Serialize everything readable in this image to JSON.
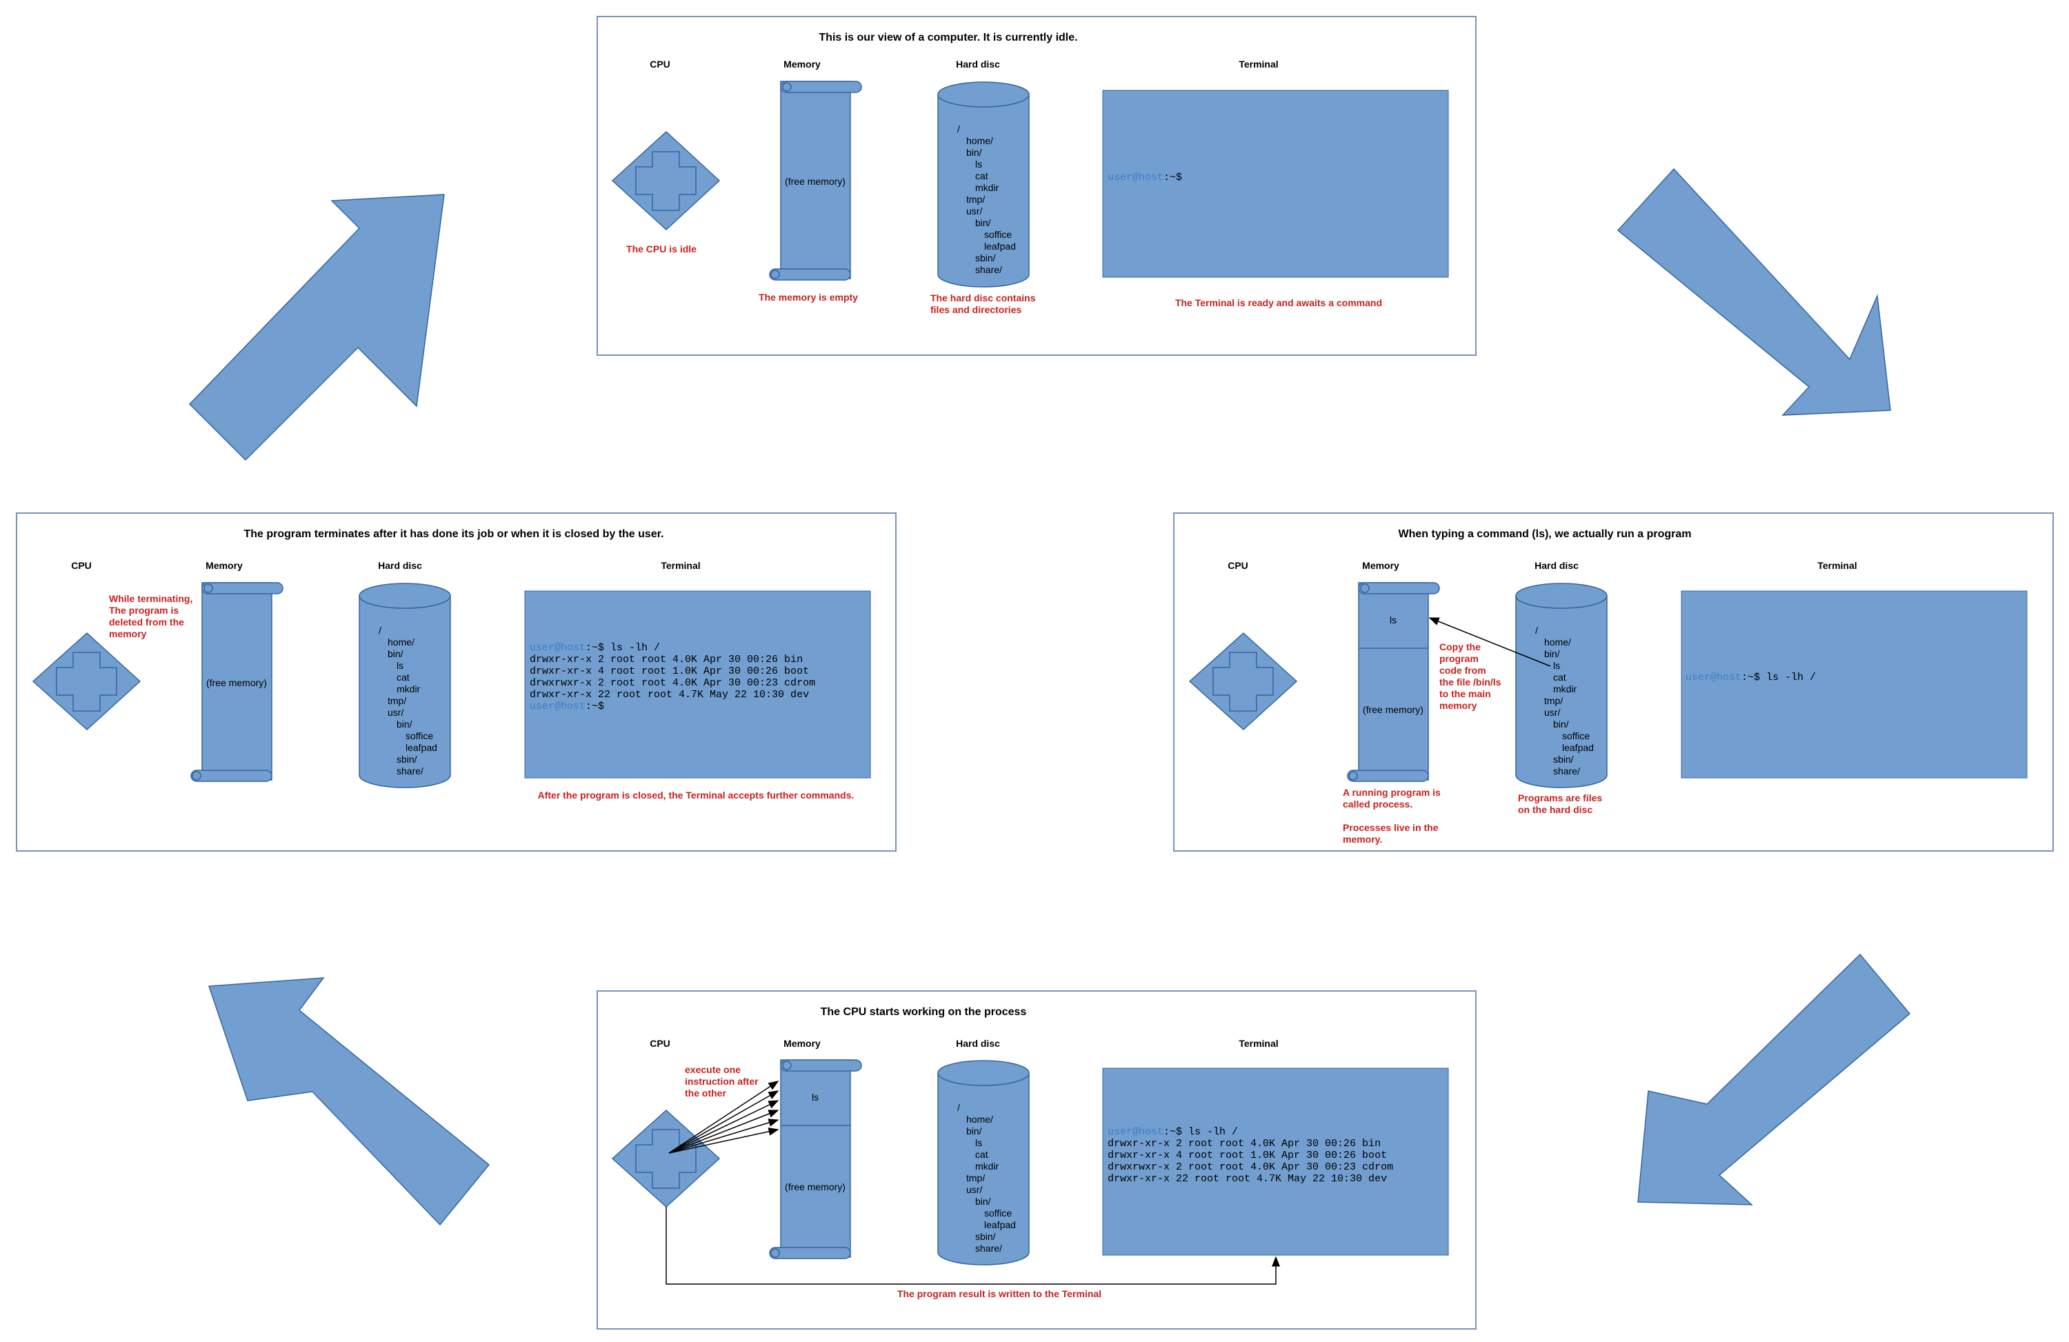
{
  "labels": {
    "cpu": "CPU",
    "memory": "Memory",
    "hard_disc": "Hard disc",
    "terminal": "Terminal",
    "free_memory": "(free memory)",
    "ls": "ls"
  },
  "filesystem": [
    "/",
    "home/",
    "bin/",
    "ls",
    "cat",
    "mkdir",
    "tmp/",
    "usr/",
    "bin/",
    "soffice",
    "leafpad",
    "sbin/",
    "share/"
  ],
  "prompt": {
    "user_host": "user@host",
    "suffix": ":~$"
  },
  "terminal_command": " ls -lh /",
  "terminal_output": [
    "drwxr-xr-x   2 root root 4.0K Apr 30 00:26 bin",
    "drwxr-xr-x   4 root root 1.0K Apr 30 00:26 boot",
    "drwxrwxr-x   2 root root 4.0K Apr 30 00:23 cdrom",
    "drwxr-xr-x  22 root root 4.7K May 22 10:30 dev"
  ],
  "panels": {
    "idle": {
      "title": "This is our view of a computer. It is currently idle.",
      "cpu_note": "The CPU is idle",
      "memory_note": "The memory is empty",
      "disc_note": [
        "The hard disc contains",
        "files and directories"
      ],
      "terminal_note": "The Terminal is ready and awaits a command"
    },
    "run": {
      "title": "When typing a command (ls), we actually run a program",
      "copy_note": [
        "Copy the",
        "program",
        "code from",
        "the file /bin/ls",
        "to the main",
        "memory"
      ],
      "memory_note": [
        "A running program is",
        "called process.",
        "",
        "Processes live in the",
        "memory."
      ],
      "disc_note": [
        "Programs are files",
        "on the hard disc"
      ]
    },
    "work": {
      "title": "The CPU starts working on the process",
      "cpu_note": [
        "execute one",
        "instruction after",
        "the other"
      ],
      "result_note": "The program result is written to the Terminal"
    },
    "terminate": {
      "title": "The program terminates after it has done its job or when it is closed by the user.",
      "cpu_note": [
        "While terminating,",
        "The program is",
        "deleted from the",
        "memory"
      ],
      "terminal_note": "After the program is closed, the Terminal accepts further commands."
    }
  },
  "colors": {
    "shape_fill": "#729fcf",
    "shape_stroke": "#3465a4",
    "note_red": "#c9211e",
    "prompt_blue": "#3c7dcc"
  }
}
